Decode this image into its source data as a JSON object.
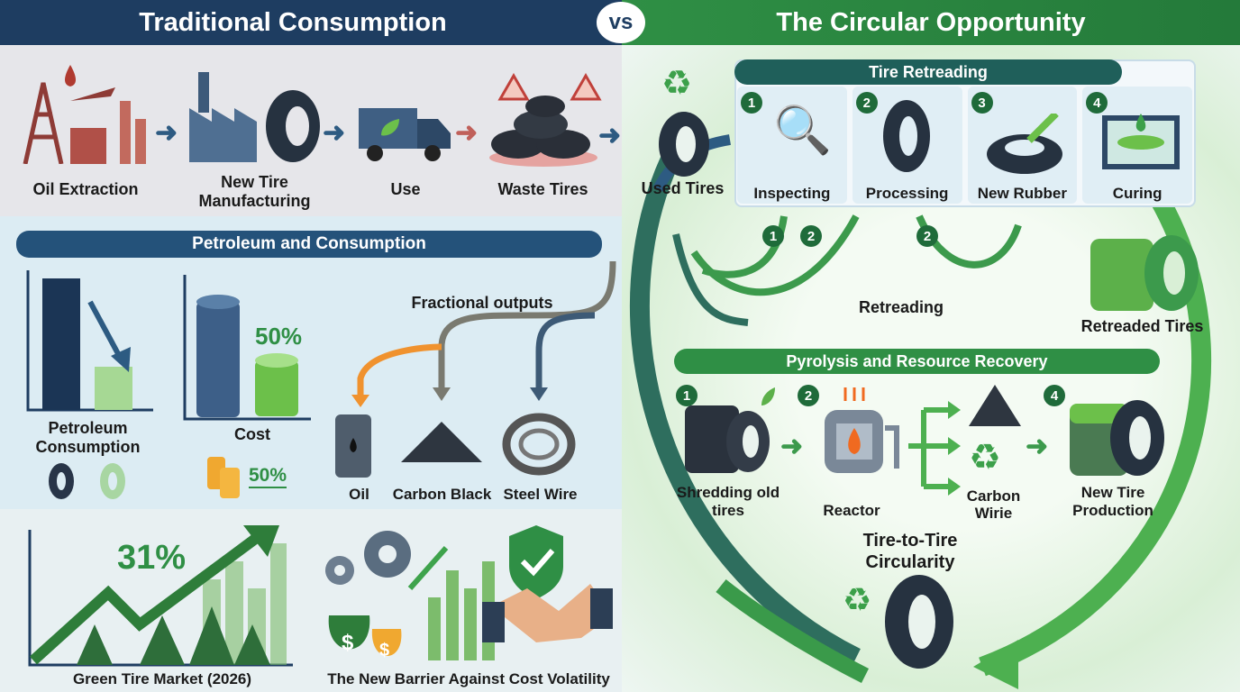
{
  "header": {
    "left_title": "Traditional Consumption",
    "vs": "vs",
    "right_title": "The Circular Opportunity"
  },
  "traditional_flow": [
    {
      "label": "Oil Extraction",
      "icon": "oil-rig-icon"
    },
    {
      "label": "New Tire Manufacturing",
      "icon": "factory-icon"
    },
    {
      "label": "Use",
      "icon": "truck-icon"
    },
    {
      "label": "Waste Tires",
      "icon": "tire-pile-warning-icon"
    }
  ],
  "petroleum": {
    "title": "Petroleum and Consumption",
    "consumption_label": "Petroleum Consumption",
    "cost_label": "Cost",
    "cost_reduction": "50%",
    "cost_small": "50%",
    "fractional_title": "Fractional outputs",
    "outputs": [
      "Oil",
      "Carbon Black",
      "Steel Wire"
    ]
  },
  "bottom": {
    "market_label": "Green Tire Market (2026)",
    "market_growth": "31%",
    "barrier_label": "The New Barrier Against Cost Volatility"
  },
  "circular": {
    "used_tires": "Used Tires",
    "retreading": {
      "title": "Tire Retreading",
      "steps": [
        {
          "n": "1",
          "label": "Inspecting"
        },
        {
          "n": "2",
          "label": "Processing"
        },
        {
          "n": "3",
          "label": "New Rubber"
        },
        {
          "n": "4",
          "label": "Curing"
        }
      ],
      "loop_numbers": [
        "1",
        "2",
        "2"
      ],
      "loop_label": "Retreading"
    },
    "retreaded_tires": "Retreaded Tires",
    "pyrolysis": {
      "title": "Pyrolysis and Resource Recovery",
      "steps": [
        {
          "n": "1",
          "label": "Shredding old tires"
        },
        {
          "n": "2",
          "label": "Reactor"
        },
        {
          "n": "",
          "label": "Carbon Wirie"
        },
        {
          "n": "4",
          "label": "New Tire Production"
        }
      ]
    },
    "circularity": "Tire-to-Tire Circularity"
  },
  "colors": {
    "navy": "#1e3d61",
    "green": "#2f8f45",
    "light_green": "#9fd68f",
    "orange": "#f0a030"
  }
}
